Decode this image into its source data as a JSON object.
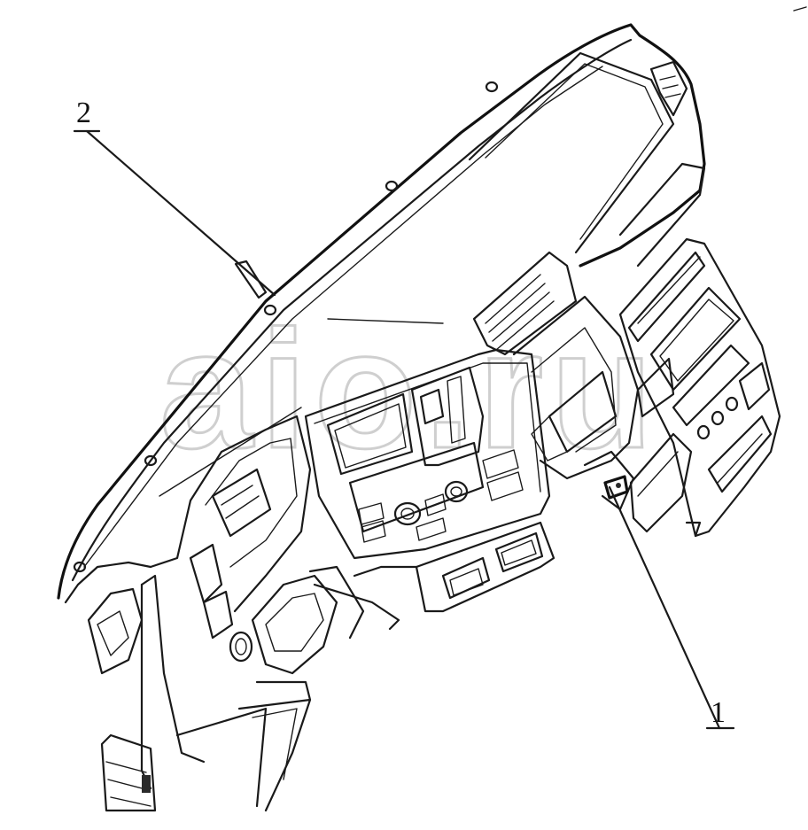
{
  "callouts": [
    {
      "id": "callout-1",
      "label": "1"
    },
    {
      "id": "callout-2",
      "label": "2"
    }
  ],
  "watermark": {
    "text": "aio.ru"
  },
  "colors": {
    "line": "#1a1a1a",
    "background": "#ffffff",
    "watermark": "#cfcfcf"
  }
}
